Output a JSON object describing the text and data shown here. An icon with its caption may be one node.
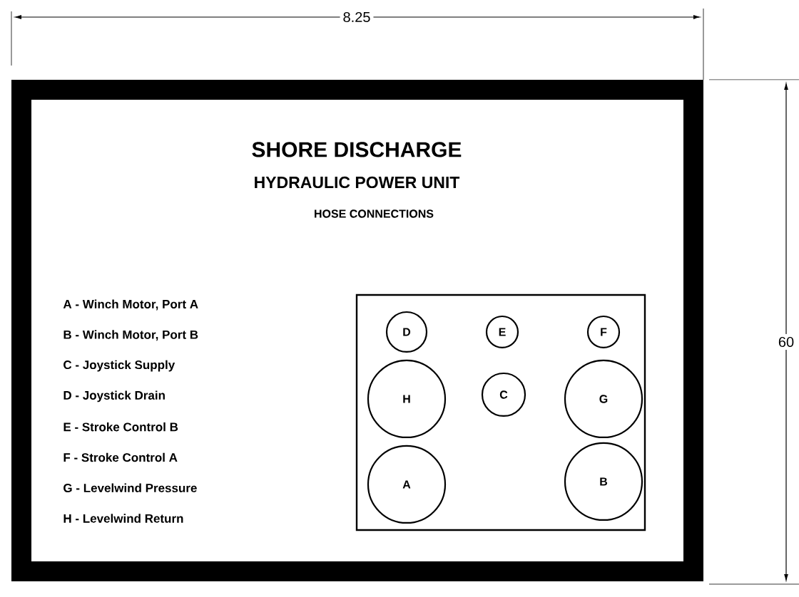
{
  "diagram": {
    "nodes": [
      {
        "text": [
          "SHORE DISCHARGE",
          "HYDRAULIC POWER UNIT",
          "HOSE CONNECTIONS"
        ]
      },
      {
        "text": [],
        "shape": "box",
        "in": 0
      },
      {
        "text": [
          "D"
        ],
        "in": 1
      },
      {
        "text": [
          "E"
        ],
        "in": 1
      },
      {
        "text": [
          "F"
        ],
        "in": 1
      },
      {
        "text": [
          "H"
        ],
        "in": 1
      },
      {
        "text": [
          "C"
        ],
        "in": 1
      },
      {
        "text": [
          "G"
        ],
        "in": 1
      },
      {
        "text": [
          "A"
        ],
        "in": 1
      },
      {
        "text": [
          "B"
        ],
        "in": 1
      }
    ],
    "edges": [],
    "labels": [
      "8.25",
      "60",
      "A - Winch Motor, Port A",
      "B - Winch Motor, Port B",
      "C - Joystick Supply",
      "D - Joystick Drain",
      "E - Stroke Control B",
      "F - Stroke Control A",
      "G - Levelwind Pressure",
      "H - Levelwind Return"
    ]
  }
}
